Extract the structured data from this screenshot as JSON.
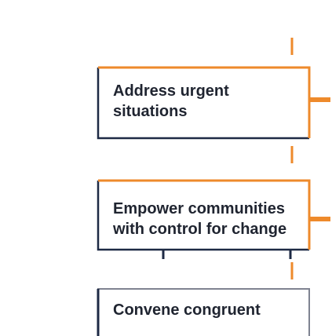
{
  "colors": {
    "connector": "#ee8a2b",
    "box_border_dark": "#1e2a45",
    "box_border_light": "#7f8391",
    "text": "#1f2430"
  },
  "steps": [
    {
      "lines": [
        "Address urgent",
        "situations"
      ]
    },
    {
      "lines": [
        "Empower communities",
        "with control for change"
      ]
    },
    {
      "lines": [
        "Convene congruent"
      ]
    }
  ]
}
